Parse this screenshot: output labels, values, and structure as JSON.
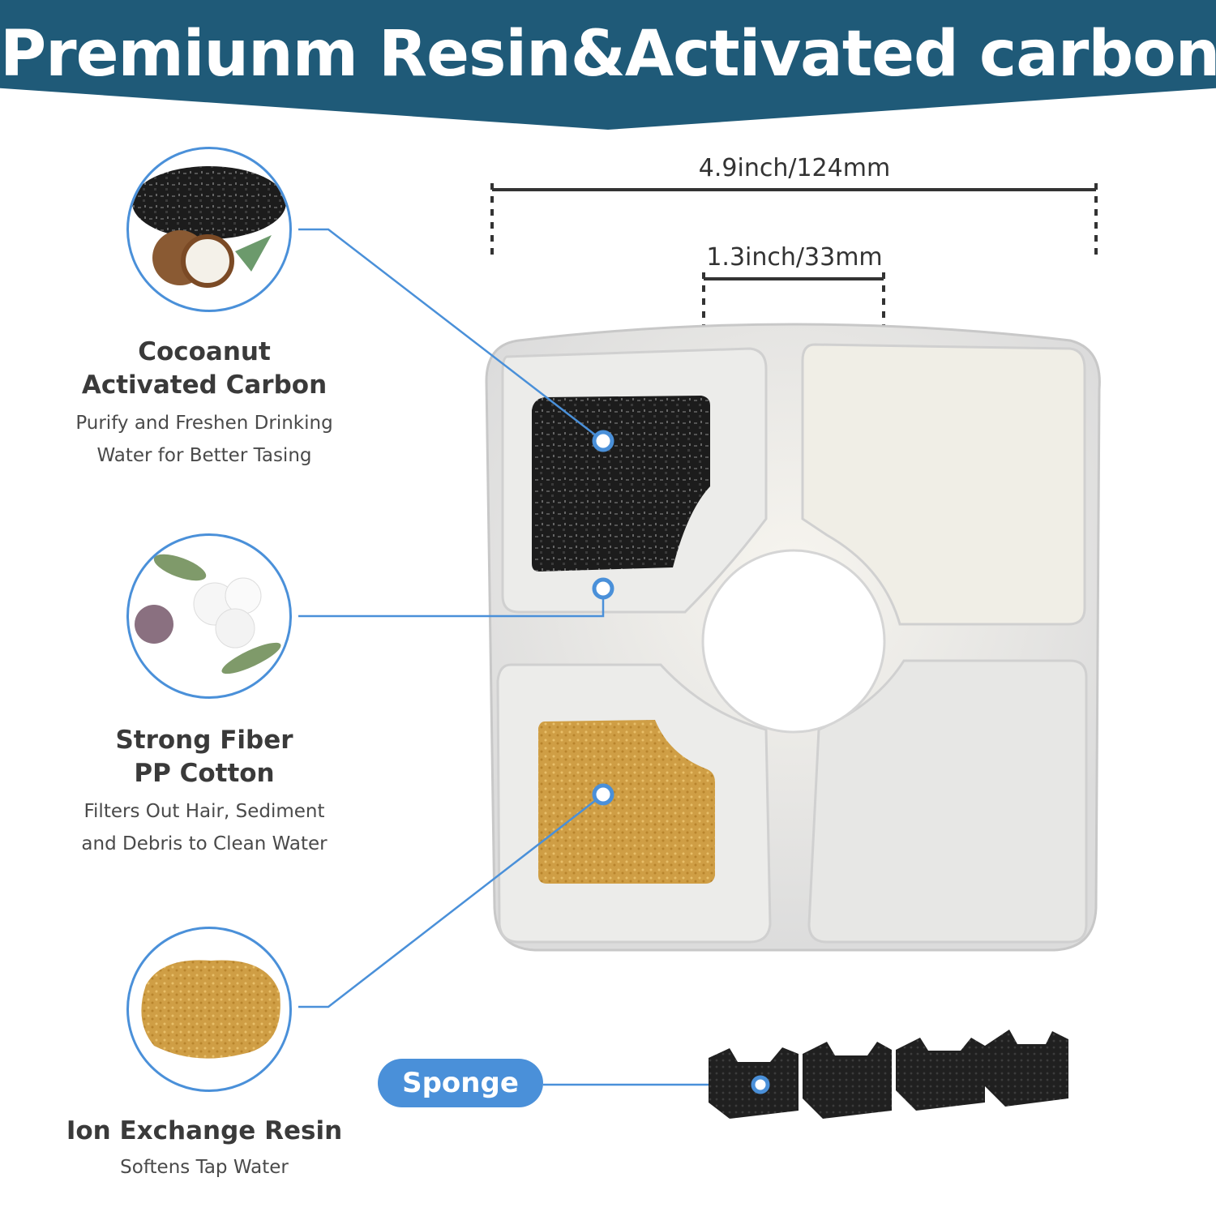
{
  "banner": {
    "title": "Premiunm Resin&Activated carbon"
  },
  "dimensions": {
    "width_label": "4.9inch/124mm",
    "hole_label": "1.3inch/33mm"
  },
  "features": [
    {
      "icon": "coconut-carbon-icon",
      "title_line1": "Cocoanut",
      "title_line2": "Activated Carbon",
      "desc_line1": "Purify and Freshen Drinking",
      "desc_line2": "Water for  Better Tasing"
    },
    {
      "icon": "cotton-flower-icon",
      "title_line1": "Strong Fiber",
      "title_line2": "PP Cotton",
      "desc_line1": "Filters Out Hair, Sediment",
      "desc_line2": "and Debris to Clean Water"
    },
    {
      "icon": "resin-beads-icon",
      "title_line1": "Ion Exchange Resin",
      "desc_line1": "Softens Tap Water"
    }
  ],
  "sponge": {
    "label": "Sponge",
    "count": 4
  },
  "colors": {
    "banner": "#1f5a78",
    "accent": "#4a90d9",
    "carbon": "#1e1e1e",
    "resin": "#c9973a"
  }
}
